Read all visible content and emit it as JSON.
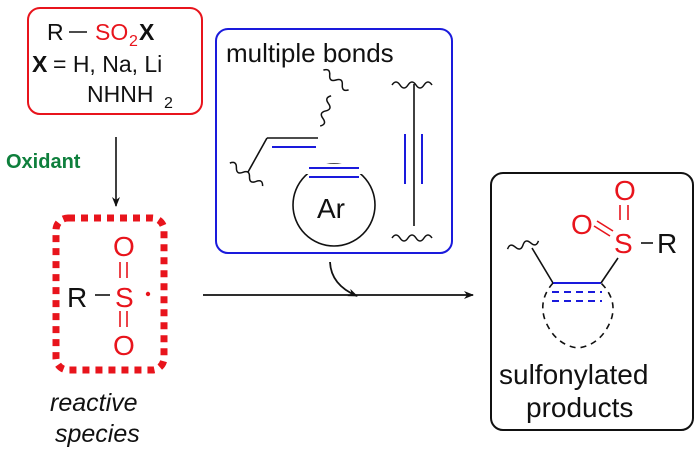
{
  "colors": {
    "red": "#e8141c",
    "blue": "#1a1adc",
    "green": "#0e7f3c",
    "black": "#111111"
  },
  "reagent": {
    "formula_R": "R",
    "formula_SO": "SO",
    "formula_sub": "2",
    "formula_X": "X",
    "x_label": "X",
    "x_values": "= H, Na, Li",
    "x_values_2": "NHNH",
    "x_values_2_sub": "2"
  },
  "oxidant_label": "Oxidant",
  "radical": {
    "R": "R",
    "S": "S",
    "O_top": "O",
    "O_bottom": "O",
    "caption_line1": "reactive",
    "caption_line2": "species"
  },
  "substrates": {
    "title": "multiple bonds",
    "aryl_label": "Ar"
  },
  "product": {
    "O_top": "O",
    "O_left": "O",
    "S": "S",
    "R": "R",
    "caption_line1": "sulfonylated",
    "caption_line2": "products"
  }
}
